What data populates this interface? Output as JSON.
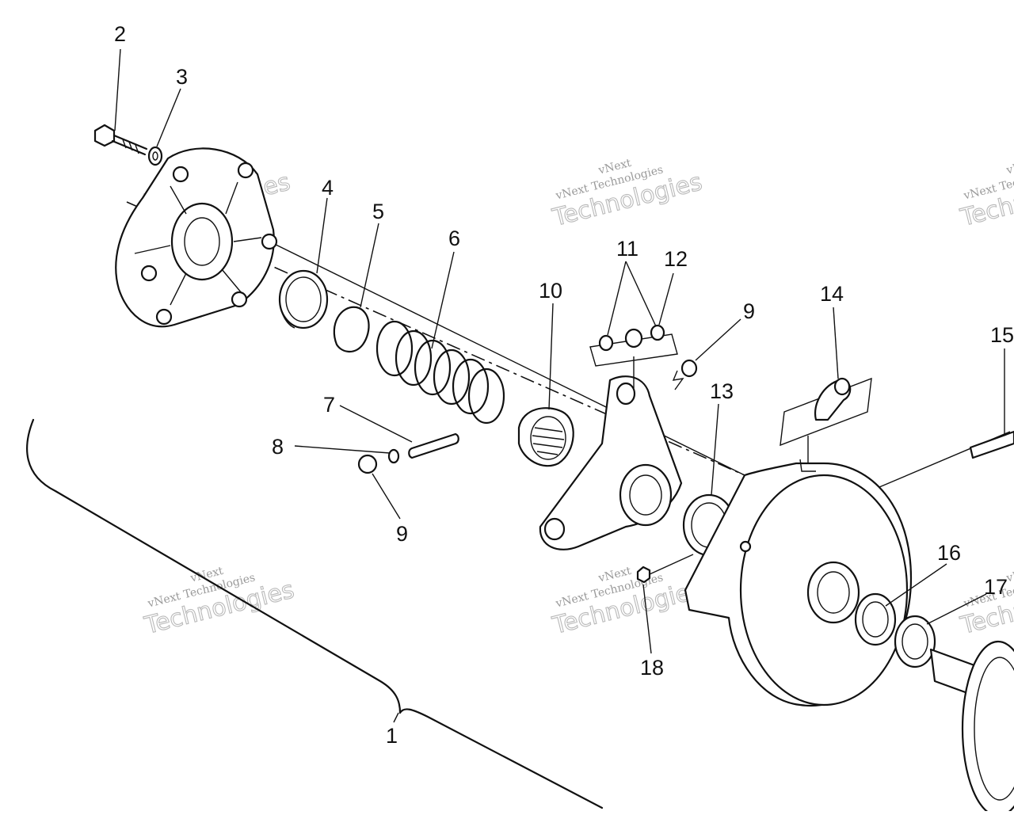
{
  "diagram": {
    "callouts": [
      "1",
      "2",
      "3",
      "4",
      "5",
      "6",
      "7",
      "8",
      "9",
      "9",
      "10",
      "11",
      "12",
      "13",
      "14",
      "15",
      "16",
      "17",
      "18"
    ],
    "watermark": {
      "line1": "vNext",
      "line2": "vNext Technologies",
      "line3": "Technologies"
    }
  }
}
